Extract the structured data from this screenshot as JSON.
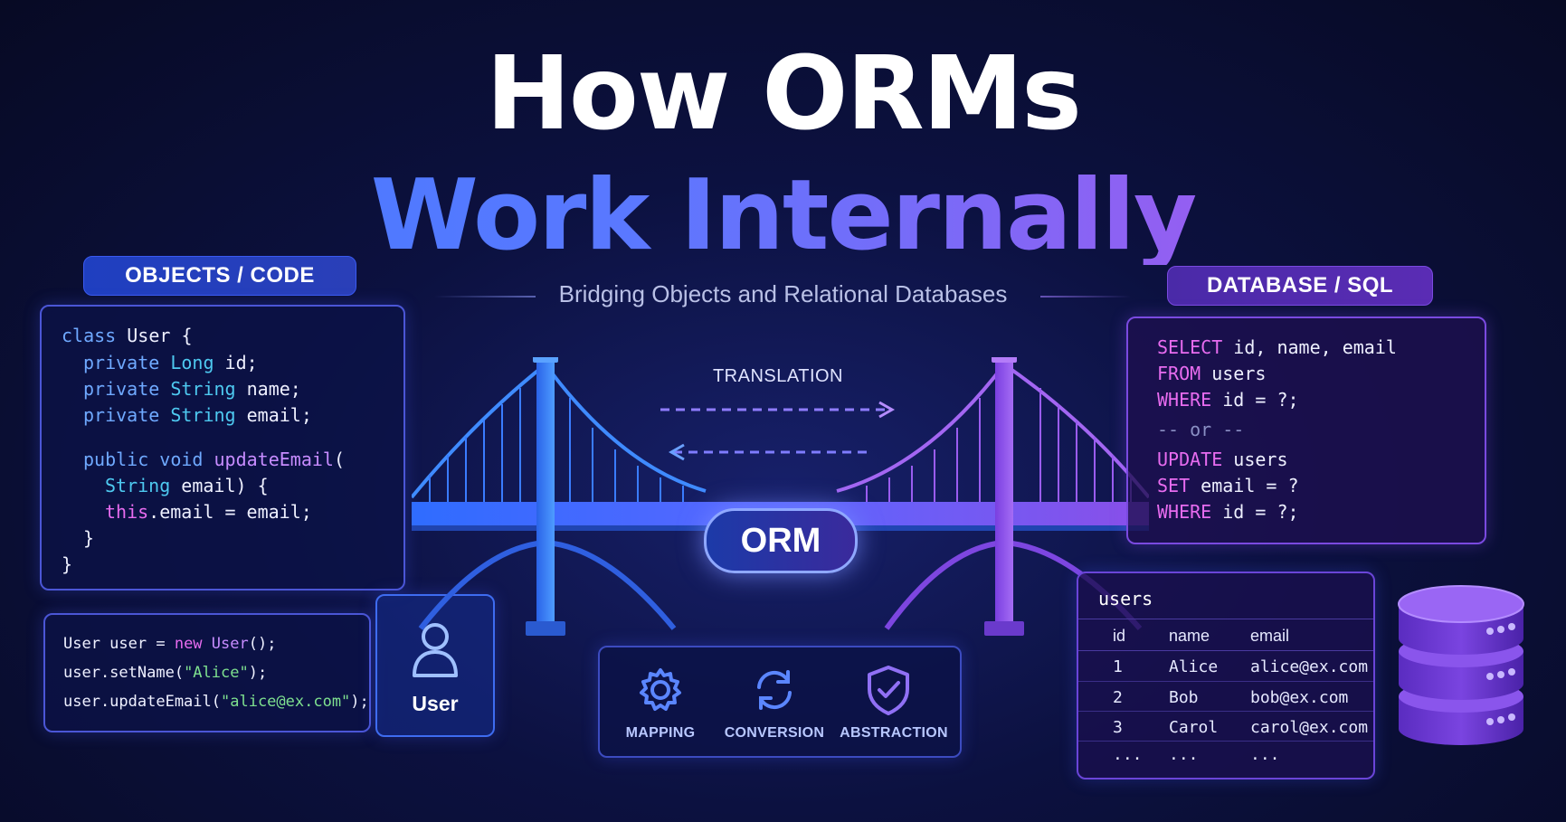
{
  "title": {
    "line1": "How ORMs",
    "line2": "Work Internally"
  },
  "subtitle": "Bridging Objects and Relational Databases",
  "left_label": "OBJECTS / CODE",
  "right_label": "DATABASE / SQL",
  "class_code": {
    "l1a": "class",
    "l1b": " User {",
    "l2a": "private",
    "l2b": " Long",
    "l2c": " id;",
    "l3a": "private",
    "l3b": " String",
    "l3c": " name;",
    "l4a": "private",
    "l4b": " String",
    "l4c": " email;",
    "l5a": "public",
    "l5b": " void",
    "l5c": " updateEmail",
    "l5d": "(",
    "l6a": "String",
    "l6b": " email) {",
    "l7a": "this",
    "l7b": ".email = email;",
    "l8": "}",
    "l9": "}"
  },
  "usage_code": {
    "l1a": "User user = ",
    "l1b": "new",
    "l1c": " User",
    "l1d": "();",
    "l2a": "user.setName(",
    "l2b": "\"Alice\"",
    "l2c": ");",
    "l3a": "user.updateEmail(",
    "l3b": "\"alice@ex.com\"",
    "l3c": ");"
  },
  "user_card": {
    "label": "User",
    "icon": "user-icon"
  },
  "translation_label": "TRANSLATION",
  "orm_label": "ORM",
  "features": [
    {
      "label": "MAPPING",
      "icon": "gear-icon"
    },
    {
      "label": "CONVERSION",
      "icon": "refresh-icon"
    },
    {
      "label": "ABSTRACTION",
      "icon": "shield-check-icon"
    }
  ],
  "sql_code": {
    "l1a": "SELECT",
    "l1b": " id, name, email",
    "l2a": "FROM",
    "l2b": " users",
    "l3a": "WHERE",
    "l3b": " id = ?;",
    "l4": "-- or --",
    "l5a": "UPDATE",
    "l5b": " users",
    "l6a": "SET",
    "l6b": " email = ?",
    "l7a": "WHERE",
    "l7b": " id = ?;"
  },
  "users_table": {
    "name": "users",
    "columns": [
      "id",
      "name",
      "email"
    ],
    "rows": [
      [
        "1",
        "Alice",
        "alice@ex.com"
      ],
      [
        "2",
        "Bob",
        "bob@ex.com"
      ],
      [
        "3",
        "Carol",
        "carol@ex.com"
      ],
      [
        "...",
        "...",
        "..."
      ]
    ]
  },
  "colors": {
    "blue": "#3f7bff",
    "purple": "#9a5cf0",
    "code_keyword": "#6fa9ff",
    "sql_keyword": "#e86cf0"
  }
}
